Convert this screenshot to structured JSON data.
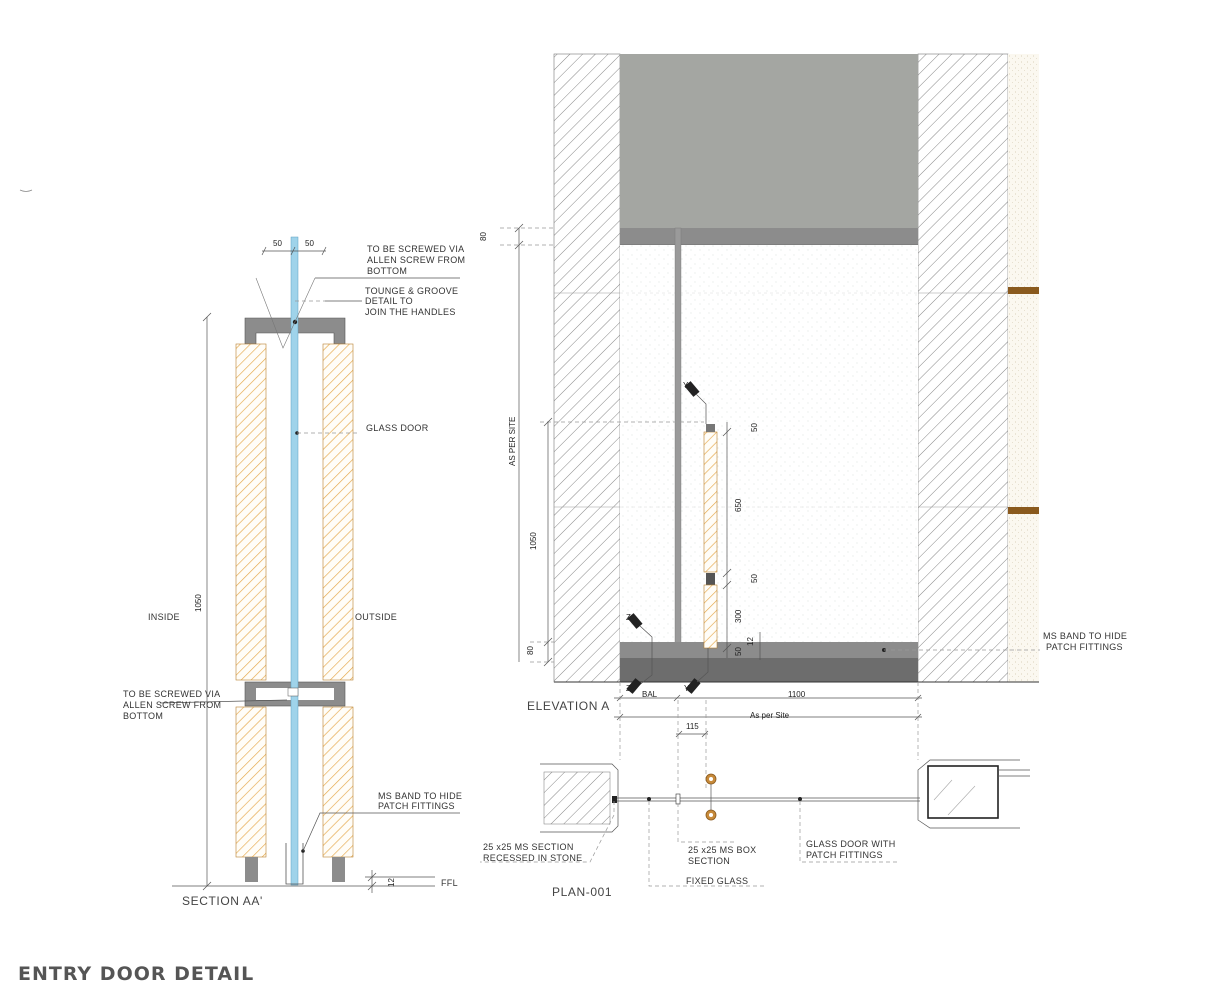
{
  "page_title": "ENTRY DOOR DETAIL",
  "colors": {
    "glass": "#9fd3ea",
    "wood_hatch": "#e5a84a",
    "steel_gray": "#888888",
    "panel_gray": "#a4a6a2",
    "band_brown": "#8a5a1e"
  },
  "section": {
    "title": "SECTION AA'",
    "dim_50_left": "50",
    "dim_50_right": "50",
    "dim_height": "1050",
    "dim_floor": "12",
    "label_inside": "INSIDE",
    "label_outside": "OUTSIDE",
    "label_ffl": "FFL",
    "note_screw_top": [
      "TO BE SCREWED VIA",
      "ALLEN SCREW FROM",
      "BOTTOM"
    ],
    "note_tongue": [
      "TOUNGE & GROOVE",
      "DETAIL TO",
      "JOIN THE HANDLES"
    ],
    "note_glass": "GLASS DOOR",
    "note_screw_bottom": [
      "TO BE SCREWED VIA",
      "ALLEN SCREW FROM",
      "BOTTOM"
    ],
    "note_ms_band": [
      "MS BAND TO HIDE",
      "PATCH  FITTINGS"
    ]
  },
  "elevation": {
    "title": "ELEVATION A",
    "dim_80_top": "80",
    "dim_as_per_site_vert": "AS PER SITE",
    "dim_1050": "1050",
    "dim_80_bottom": "80",
    "dim_50_a": "50",
    "dim_650": "650",
    "dim_50_b": "50",
    "dim_300": "300",
    "dim_50_c": "50",
    "dim_12": "12",
    "dim_bal": "BAL",
    "dim_1100": "1100",
    "dim_as_per_site": "As per Site",
    "dim_115": "115",
    "marker_y_top": "Y",
    "marker_z_top": "Z",
    "marker_z_bottom": "Z",
    "marker_y_bottom": "Y",
    "note_ms_band": [
      "MS BAND TO HIDE",
      "PATCH  FITTINGS"
    ]
  },
  "plan": {
    "title": "PLAN-001",
    "note_ms_section": [
      "25 x25 MS SECTION",
      "RECESSED IN STONE"
    ],
    "note_box_section": [
      "25 x25 MS BOX",
      "SECTION"
    ],
    "note_glass_door": [
      "GLASS DOOR WITH",
      "PATCH FITTINGS"
    ],
    "note_fixed_glass": "FIXED GLASS"
  }
}
